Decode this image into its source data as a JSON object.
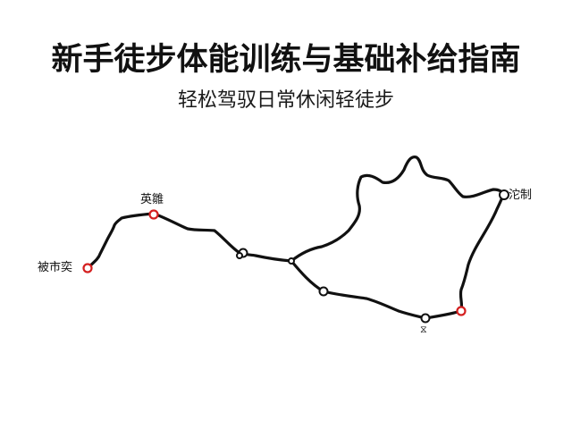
{
  "title": "新手徒步体能训练与基础补给指南",
  "subtitle": "轻松驾驭日常休闲轻徒步",
  "colors": {
    "route": "#111111",
    "waypoint": "#d42020",
    "background": "#ffffff"
  },
  "labels": {
    "start": "被市奕",
    "peak": "英雛",
    "east": "沱制",
    "bottom_marker": "⧖"
  }
}
